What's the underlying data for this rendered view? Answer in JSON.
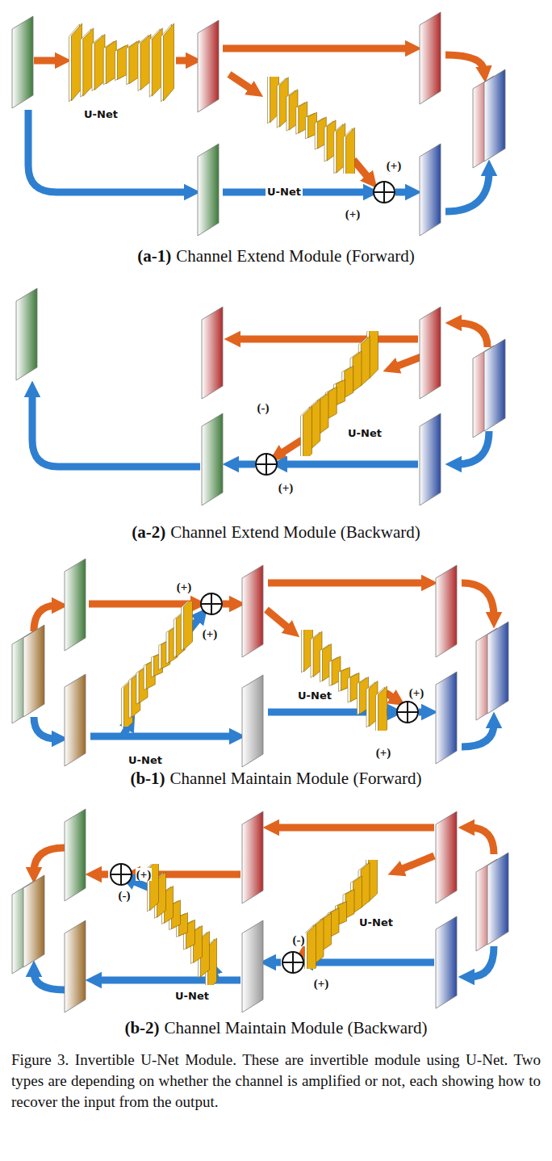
{
  "diagram": {
    "caption": "Figure 3. Invertible U-Net Module. These are invertible module using U-Net. Two types are depending on whether the channel is amplified or not, each showing how to recover the input from the output.",
    "nodes": [
      {
        "text": [
          "U-Net"
        ]
      },
      {
        "text": [
          "U-Net"
        ]
      },
      {
        "text": [
          "U-Net"
        ]
      },
      {
        "text": [
          "U-Net"
        ]
      },
      {
        "text": [
          "U-Net"
        ]
      },
      {
        "text": [
          "U-Net"
        ]
      },
      {
        "text": [
          "U-Net"
        ]
      }
    ],
    "labels": [
      "(+)",
      "(+)",
      "(a-1)",
      "Channel Extend Module (Forward)",
      "(-)",
      "(+)",
      "(a-2)",
      "Channel Extend Module (Backward)",
      "(+)",
      "(+)",
      "(+)",
      "(+)",
      "(b-1)",
      "Channel Maintain Module (Forward)",
      "(+)",
      "(-)",
      "(-)",
      "(+)",
      "(b-2)",
      "Channel Maintain Module (Backward)"
    ]
  }
}
